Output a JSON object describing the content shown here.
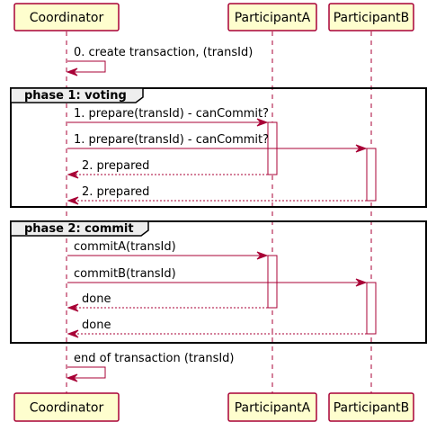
{
  "participants": [
    {
      "id": "coordinator",
      "name": "Coordinator"
    },
    {
      "id": "participantA",
      "name": "ParticipantA"
    },
    {
      "id": "participantB",
      "name": "ParticipantB"
    }
  ],
  "messages": [
    {
      "id": "m0",
      "text": "0. create transaction, (transId)",
      "from": "coordinator",
      "to": "coordinator",
      "style": "solid",
      "self": true
    },
    {
      "id": "m1",
      "text": "1. prepare(transId) - canCommit?",
      "from": "coordinator",
      "to": "participantA",
      "style": "solid"
    },
    {
      "id": "m2",
      "text": "1. prepare(transId) - canCommit?",
      "from": "coordinator",
      "to": "participantB",
      "style": "solid"
    },
    {
      "id": "m3",
      "text": "2. prepared",
      "from": "participantA",
      "to": "coordinator",
      "style": "dashed"
    },
    {
      "id": "m4",
      "text": "2. prepared",
      "from": "participantB",
      "to": "coordinator",
      "style": "dashed"
    },
    {
      "id": "m5",
      "text": "commitA(transId)",
      "from": "coordinator",
      "to": "participantA",
      "style": "solid"
    },
    {
      "id": "m6",
      "text": "commitB(transId)",
      "from": "coordinator",
      "to": "participantB",
      "style": "solid"
    },
    {
      "id": "m7",
      "text": "done",
      "from": "participantA",
      "to": "coordinator",
      "style": "dashed"
    },
    {
      "id": "m8",
      "text": "done",
      "from": "participantB",
      "to": "coordinator",
      "style": "dashed"
    },
    {
      "id": "m9",
      "text": "end of transaction (transId)",
      "from": "coordinator",
      "to": "coordinator",
      "style": "solid",
      "self": true
    }
  ],
  "groups": [
    {
      "id": "g1",
      "title": "phase 1: voting"
    },
    {
      "id": "g2",
      "title": "phase 2: commit"
    }
  ],
  "colors": {
    "line": "#a80036",
    "participant_fill": "#fefece",
    "group_tab_fill": "#eeeeee",
    "frame": "#000000"
  }
}
